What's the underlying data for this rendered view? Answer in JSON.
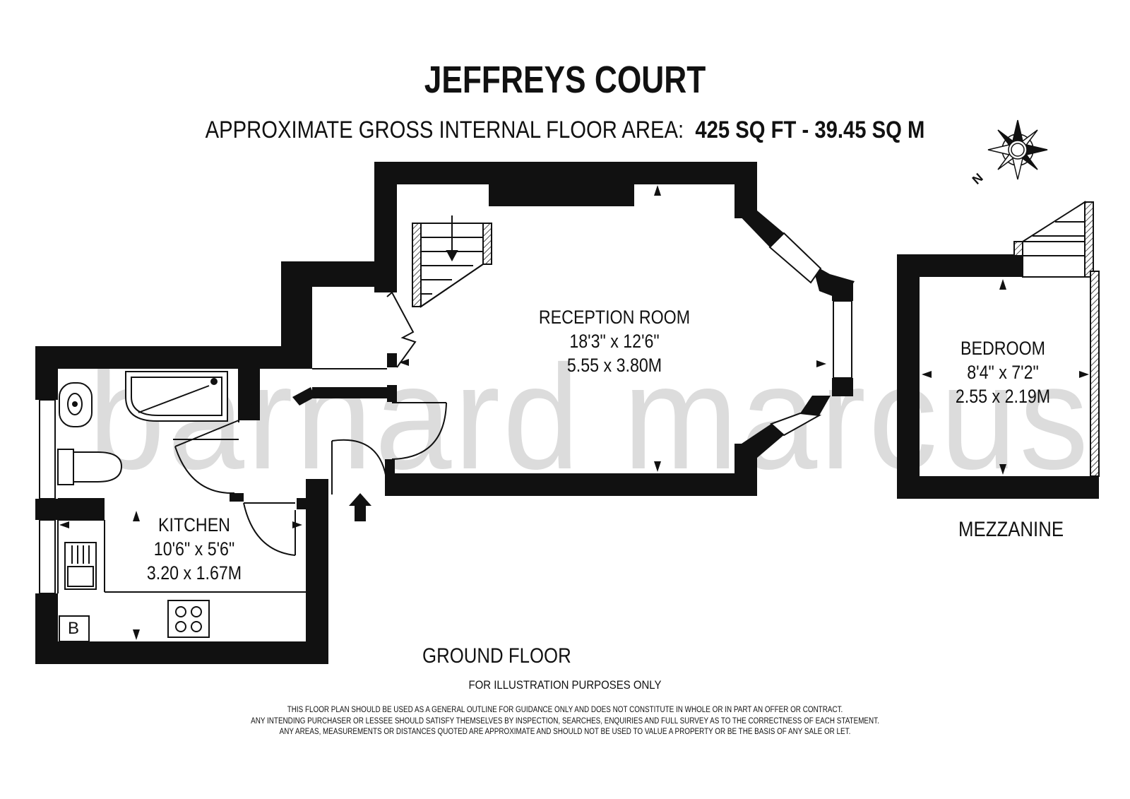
{
  "title": "JEFFREYS COURT",
  "area": {
    "label": "APPROXIMATE GROSS INTERNAL FLOOR AREA:",
    "sq_ft": "425 SQ FT",
    "separator": "-",
    "sq_m": "39.45 SQ M"
  },
  "compass": {
    "north_label": "N"
  },
  "watermark": "barnard marcus",
  "rooms": {
    "reception": {
      "name": "RECEPTION ROOM",
      "imperial": "18'3\" x 12'6\"",
      "metric": "5.55 x 3.80M"
    },
    "kitchen": {
      "name": "KITCHEN",
      "imperial": "10'6\" x 5'6\"",
      "metric": "3.20 x 1.67M"
    },
    "bedroom": {
      "name": "BEDROOM",
      "imperial": "8'4\" x 7'2\"",
      "metric": "2.55 x 2.19M"
    },
    "boiler": "B"
  },
  "floors": {
    "ground": "GROUND FLOOR",
    "mezzanine": "MEZZANINE"
  },
  "notes": {
    "illustration": "FOR ILLUSTRATION PURPOSES ONLY",
    "disclaimer_1": "THIS FLOOR PLAN SHOULD BE USED AS A GENERAL OUTLINE FOR GUIDANCE ONLY AND DOES NOT CONSTITUTE IN WHOLE OR IN PART AN OFFER OR CONTRACT.",
    "disclaimer_2": "ANY INTENDING PURCHASER OR LESSEE SHOULD SATISFY THEMSELVES BY INSPECTION, SEARCHES, ENQUIRIES AND FULL SURVEY AS TO THE CORRECTNESS OF EACH STATEMENT.",
    "disclaimer_3": "ANY AREAS, MEASUREMENTS OR DISTANCES QUOTED ARE APPROXIMATE AND SHOULD NOT BE USED TO VALUE A PROPERTY OR BE THE BASIS OF ANY SALE OR LET."
  }
}
